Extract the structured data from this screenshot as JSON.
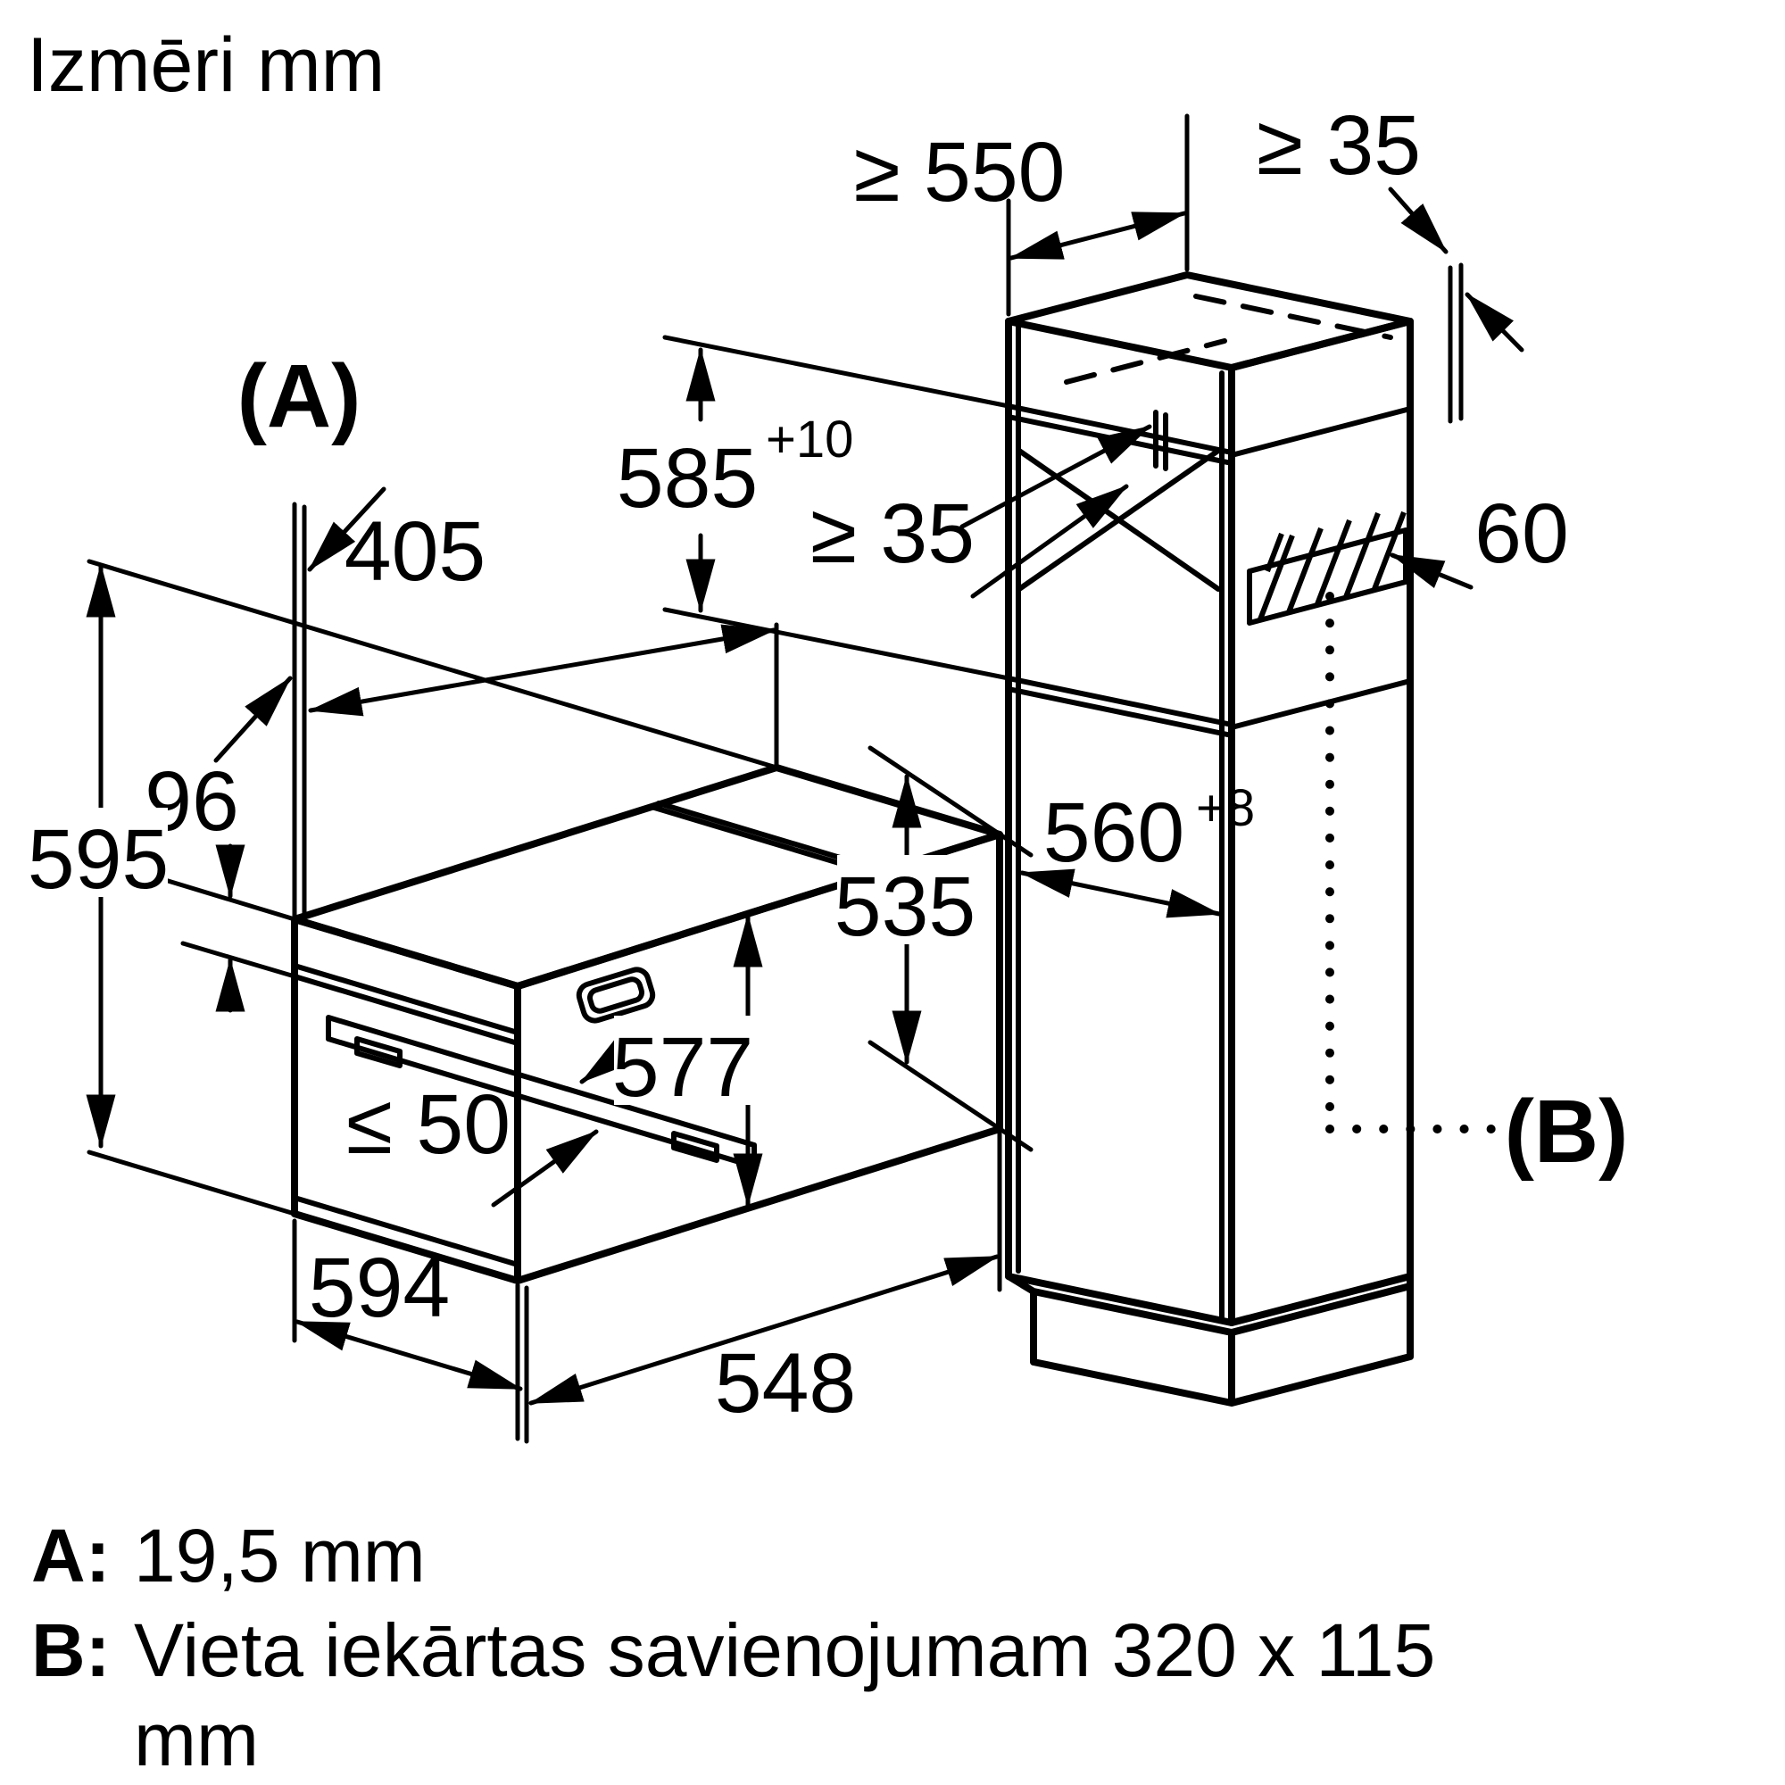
{
  "diagram": {
    "title": "Izmēri mm",
    "oven": {
      "label_a": "(A)",
      "dim_top_depth": "405",
      "dim_panel_height": "96",
      "dim_total_height": "595",
      "dim_handle": "≤ 50",
      "dim_front_height": "577",
      "dim_rear_height": "535",
      "dim_width": "594",
      "dim_depth": "548"
    },
    "cabinet": {
      "dim_top_depth": "≥ 550",
      "dim_top_rear_gap": "≥ 35",
      "dim_niche_height": "585",
      "dim_niche_height_tol": "+10",
      "dim_back_gap": "≥ 35",
      "dim_duct": "60",
      "dim_niche_width": "560",
      "dim_niche_width_tol": "+8",
      "label_b": "(B)"
    },
    "legend": {
      "a_key": "A:",
      "a_text": "19,5 mm",
      "b_key": "B:",
      "b_text": "Vieta iekārtas savienojumam 320 x 115",
      "b_text_wrap": "mm"
    }
  }
}
